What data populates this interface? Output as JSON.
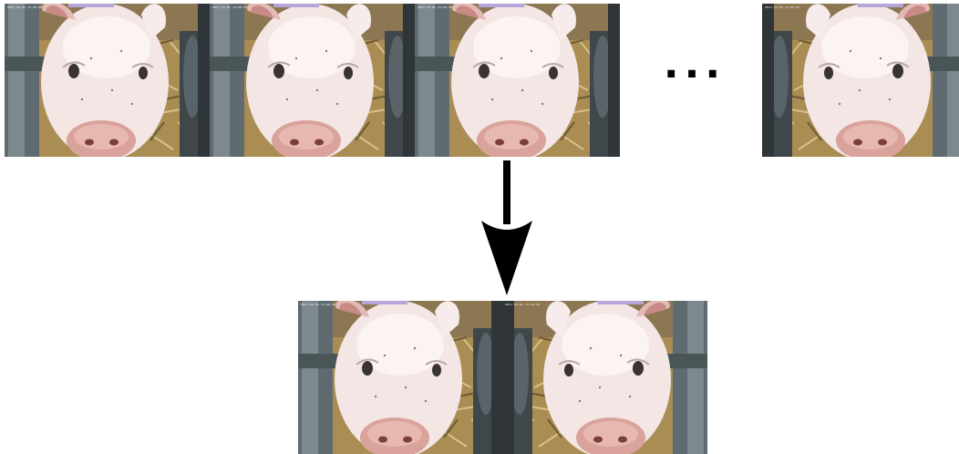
{
  "diagram": {
    "separator_text": "...",
    "input_frames": [
      {
        "id": "frame-1",
        "timestamp": "2017-12-01 11:20:40"
      },
      {
        "id": "frame-2",
        "timestamp": "2017-12-01 11:20:41"
      },
      {
        "id": "frame-3",
        "timestamp": "2017-12-01 11:20:42"
      },
      {
        "id": "frame-n",
        "timestamp": "2017-12-01 11:22:44"
      }
    ],
    "output_frames": [
      {
        "id": "selected-1",
        "timestamp": "2017-12-01 11:20:40"
      },
      {
        "id": "selected-2",
        "timestamp": "2017-12-01 11:22:44"
      }
    ],
    "arrow_direction": "down",
    "colors": {
      "background": "#ffffff",
      "arrow": "#000000",
      "pig_skin": "#f3e6e4",
      "snout": "#d9a29a",
      "straw": "#b99a55",
      "metal_post": "#5f6b70"
    }
  }
}
